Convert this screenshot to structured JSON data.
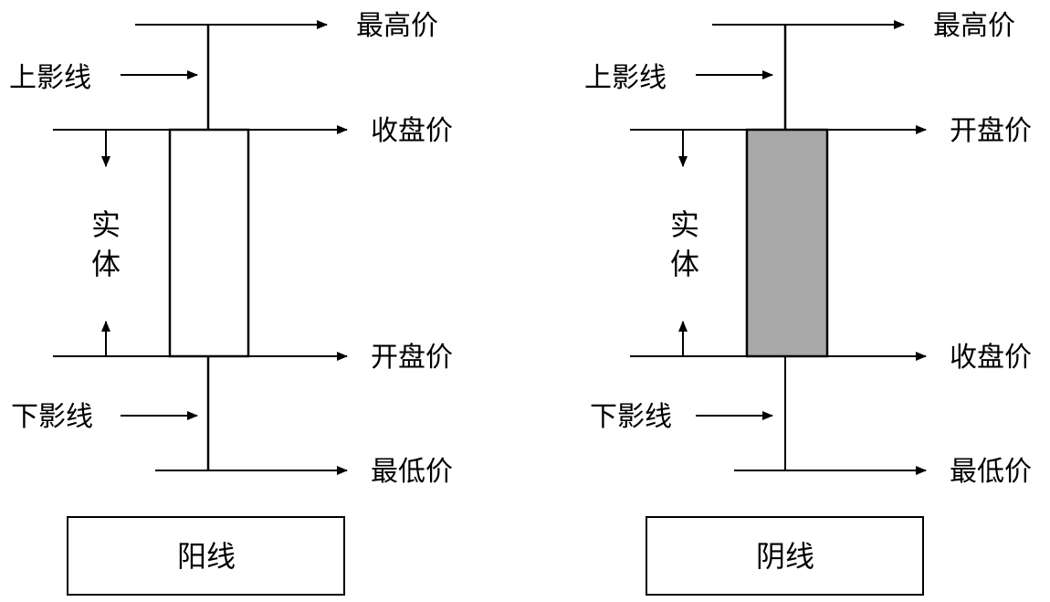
{
  "bullish": {
    "highest": "最高价",
    "upper_shadow": "上影线",
    "top_price": "收盘价",
    "body_char_1": "实",
    "body_char_2": "体",
    "bottom_price": "开盘价",
    "lower_shadow": "下影线",
    "lowest": "最低价",
    "caption": "阳线",
    "body_color": "#ffffff"
  },
  "bearish": {
    "highest": "最高价",
    "upper_shadow": "上影线",
    "top_price": "开盘价",
    "body_char_1": "实",
    "body_char_2": "体",
    "bottom_price": "收盘价",
    "lower_shadow": "下影线",
    "lowest": "最低价",
    "caption": "阴线",
    "body_color": "#a8a8a8"
  },
  "colors": {
    "stroke": "#000000"
  }
}
